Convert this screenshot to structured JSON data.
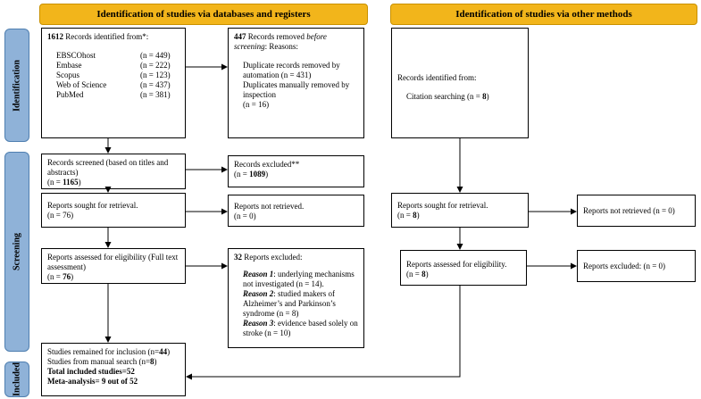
{
  "headers": {
    "databases": "Identification of studies via databases and registers",
    "other": "Identification of studies via other methods"
  },
  "stages": {
    "identification": "Identification",
    "screening": "Screening",
    "included": "Included"
  },
  "identified": {
    "count": "1612",
    "text": " Records identified from*:",
    "sources": [
      {
        "name": "EBSCOhost",
        "n": "(n = 449)"
      },
      {
        "name": "Embase",
        "n": "(n = 222)"
      },
      {
        "name": "Scopus",
        "n": "(n = 123)"
      },
      {
        "name": "Web of Science",
        "n": "(n = 437)"
      },
      {
        "name": "PubMed",
        "n": "(n = 381)"
      }
    ]
  },
  "removed": {
    "count": "447",
    "text1": " Records removed ",
    "italic": "before screening",
    "text2": ": Reasons:",
    "dup_auto": "Duplicate records removed by automation (n = 431)",
    "dup_manual": "Duplicates manually removed by inspection",
    "dup_manual_n": "(n = 16)"
  },
  "other_identified": {
    "text": "Records identified from:",
    "citation": "Citation searching (n = ",
    "count": "8",
    "close": ")"
  },
  "screened": {
    "text": "Records screened (based on titles and abstracts)",
    "n_pre": "(n = ",
    "count": "1165",
    "n_post": ")"
  },
  "excluded": {
    "text": "Records excluded**",
    "n_pre": "(n = ",
    "count": "1089",
    "n_post": ")"
  },
  "sought": {
    "text": "Reports sought for retrieval.",
    "n": "(n = 76)"
  },
  "not_retrieved": {
    "text": "Reports not retrieved.",
    "n": "(n = 0)"
  },
  "assessed": {
    "text": "Reports assessed for eligibility (Full text assessment)",
    "n_pre": "(n = ",
    "count": "76",
    "n_post": ")"
  },
  "reports_excluded": {
    "count": "32",
    "text": " Reports excluded:",
    "reasons": [
      {
        "label": "Reason 1",
        "text": ": underlying mechanisms not investigated (n = 14)."
      },
      {
        "label": "Reason 2",
        "text": ": studied makers of Alzheimer’s and Parkinson’s syndrome (n = 8)"
      },
      {
        "label": "Reason 3",
        "text": ": evidence based solely on stroke (n = 10)"
      }
    ]
  },
  "other_sought": {
    "text": "Reports sought for retrieval.",
    "n_pre": "(n = ",
    "count": "8",
    "n_post": ")"
  },
  "other_not_retrieved": {
    "text": "Reports not retrieved (n = 0)"
  },
  "other_assessed": {
    "text": "Reports assessed for eligibility.",
    "n_pre": "(n = ",
    "count": "8",
    "n_post": ")"
  },
  "other_excluded": {
    "text": "Reports excluded: (n = 0)"
  },
  "included": {
    "line1_pre": "Studies remained for inclusion (n=",
    "line1_count": "44",
    "line1_post": ")",
    "line2_pre": "Studies from manual search (n=",
    "line2_count": "8",
    "line2_post": ")",
    "total": "Total included studies=52",
    "meta": "Meta-analysis= 9 out of 52"
  }
}
